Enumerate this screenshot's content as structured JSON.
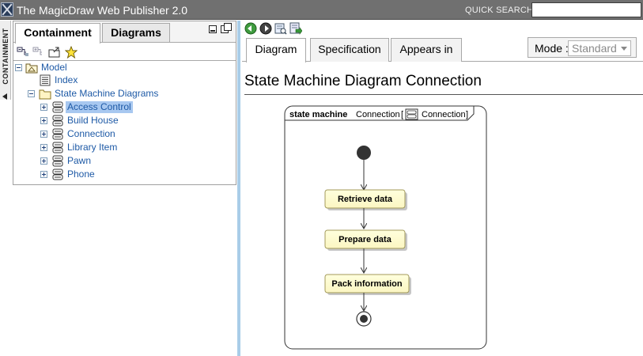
{
  "window": {
    "title": "The MagicDraw Web Publisher 2.0",
    "quick_search_label": "QUICK SEARCH:",
    "quick_search_value": ""
  },
  "side_tab": {
    "label": "CONTAINMENT"
  },
  "left_panel": {
    "tabs": [
      {
        "label": "Containment",
        "active": true
      },
      {
        "label": "Diagrams",
        "active": false
      }
    ],
    "toolbar_icons": [
      "collapse-all-icon",
      "expand-all-icon",
      "open-folder-icon",
      "favorite-star-icon"
    ],
    "tree": [
      {
        "label": "Model",
        "icon": "model-package-icon",
        "expander": "minus",
        "level": 0
      },
      {
        "label": "Index",
        "icon": "index-document-icon",
        "expander": "none",
        "level": 1
      },
      {
        "label": "State Machine Diagrams",
        "icon": "folder-icon",
        "expander": "minus",
        "level": 1
      },
      {
        "label": "Access Control",
        "icon": "state-machine-icon",
        "expander": "plus",
        "level": 2,
        "selected": true
      },
      {
        "label": "Build House",
        "icon": "state-machine-icon",
        "expander": "plus",
        "level": 2
      },
      {
        "label": "Connection",
        "icon": "state-machine-icon",
        "expander": "plus",
        "level": 2
      },
      {
        "label": "Library Item",
        "icon": "state-machine-icon",
        "expander": "plus",
        "level": 2
      },
      {
        "label": "Pawn",
        "icon": "state-machine-icon",
        "expander": "plus",
        "level": 2
      },
      {
        "label": "Phone",
        "icon": "state-machine-icon",
        "expander": "plus",
        "level": 2
      }
    ]
  },
  "right_panel": {
    "toolbar_icons": [
      "back-icon",
      "forward-icon",
      "find-icon",
      "export-icon"
    ],
    "tabs": [
      {
        "label": "Diagram",
        "active": true
      },
      {
        "label": "Specification",
        "active": false
      },
      {
        "label": "Appears in",
        "active": false
      }
    ],
    "mode_label": "Mode :",
    "mode_value": "Standard",
    "diagram_title": "State Machine Diagram Connection",
    "diagram": {
      "frame_keyword": "state machine",
      "frame_name": "Connection",
      "frame_bracket_open": "[",
      "frame_bracket_close": "]",
      "frame_ref_name": "Connection",
      "states": [
        "Retrieve data",
        "Prepare data",
        "Pack information"
      ]
    }
  },
  "colors": {
    "title_bar": "#707070",
    "link_text": "#1e5aa6",
    "selection": "#a8c8f0",
    "splitter": "#a9cde8",
    "state_fill": "#ffffcc"
  }
}
